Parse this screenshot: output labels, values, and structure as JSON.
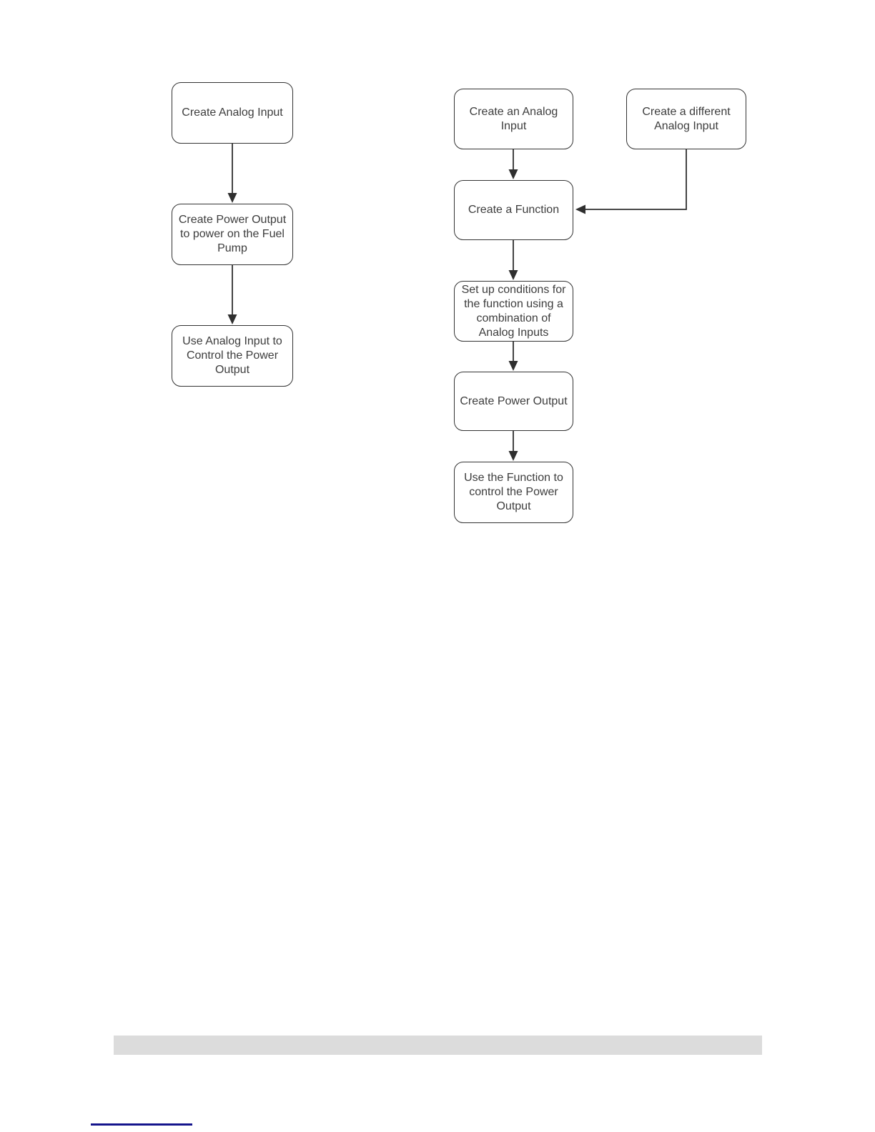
{
  "flowchart": {
    "stroke_color": "#333333",
    "text_color": "#3d3d3d",
    "node_fill": "#ffffff",
    "left_column": {
      "nodes": [
        {
          "label": "Create Analog Input"
        },
        {
          "label": "Create Power Output\nto power on the Fuel\nPump"
        },
        {
          "label": "Use Analog Input to\nControl the Power\nOutput"
        }
      ]
    },
    "right_column": {
      "nodes": [
        {
          "label": "Create an Analog\nInput"
        },
        {
          "label": "Create a different\nAnalog Input"
        },
        {
          "label": "Create a Function"
        },
        {
          "label": "Set up conditions for\nthe function using a\ncombination of\nAnalog Inputs"
        },
        {
          "label": "Create Power Output"
        },
        {
          "label": "Use the Function to\ncontrol the Power\nOutput"
        }
      ]
    }
  },
  "footer": {
    "divider_color": "#dcdcdc",
    "rule_color": "#14148c"
  }
}
